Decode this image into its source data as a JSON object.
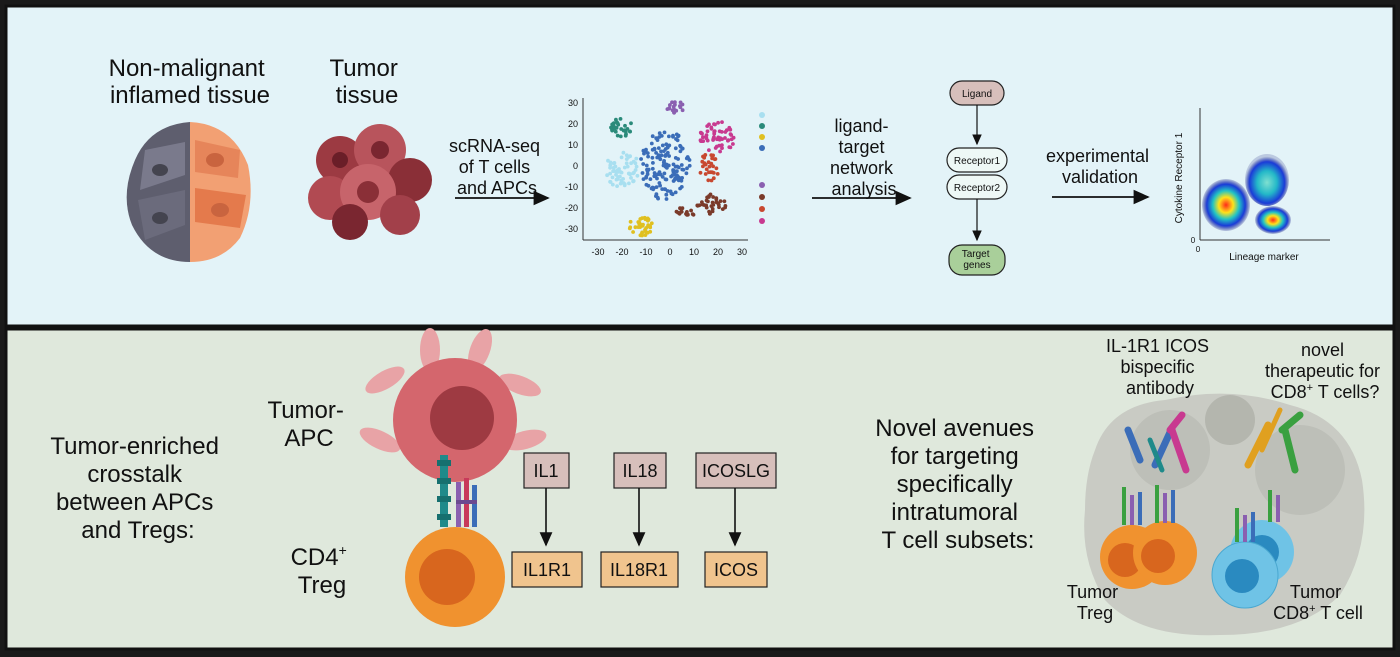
{
  "top": {
    "nonmalignant_label": [
      "Non-malignant",
      "inflamed tissue"
    ],
    "tumor_label": [
      "Tumor",
      "tissue"
    ],
    "scrna_label": [
      "scRNA-seq",
      "of T cells",
      "and APCs"
    ],
    "tsne": {
      "y_ticks": [
        "30",
        "20",
        "10",
        "0",
        "-10",
        "-20",
        "-30"
      ],
      "x_ticks": [
        "-30",
        "-20",
        "-10",
        "0",
        "10",
        "20",
        "30"
      ]
    },
    "network_label": [
      "ligand-",
      "target",
      "network",
      "analysis"
    ],
    "network": {
      "ligand": "Ligand",
      "receptor1": "Receptor1",
      "receptor2": "Receptor2",
      "target": [
        "Target",
        "genes"
      ]
    },
    "validation_label": [
      "experimental",
      "validation"
    ],
    "flow": {
      "ylabel": "Cytokine Receptor 1",
      "xlabel": "Lineage marker",
      "origin_y": "0",
      "origin_x": "0"
    }
  },
  "bottom": {
    "crosstalk_label": [
      "Tumor-enriched",
      "crosstalk",
      "between APCs",
      "and Tregs:"
    ],
    "apc_label": [
      "Tumor-",
      "APC"
    ],
    "treg_label": [
      "CD4",
      "+",
      "Treg"
    ],
    "pairs": [
      {
        "ligand": "IL1",
        "receptor": "IL1R1"
      },
      {
        "ligand": "IL18",
        "receptor": "IL18R1"
      },
      {
        "ligand": "ICOSLG",
        "receptor": "ICOS"
      }
    ],
    "avenues_label": [
      "Novel avenues",
      "for targeting",
      "specifically",
      "intratumoral",
      "T cell subsets:"
    ],
    "bispecific_label": [
      "IL-1R1 ICOS",
      "bispecific",
      "antibody"
    ],
    "therapeutic_label": [
      "novel",
      "therapeutic for",
      "CD8",
      "+",
      " T cells?"
    ],
    "tumor_treg_label": [
      "Tumor",
      "Treg"
    ],
    "tumor_cd8_label": [
      "Tumor",
      "CD8",
      "+",
      " T cell"
    ]
  },
  "colors": {
    "top_panel": "#e3f3f8",
    "bottom_panel": "#dfe8dc",
    "ligand_box": "#d7bfbb",
    "receptor_box": "#f0c48e",
    "treg_orange": "#f0922f",
    "cd8_blue": "#6fc3e6",
    "apc_red": "#d4666d"
  }
}
